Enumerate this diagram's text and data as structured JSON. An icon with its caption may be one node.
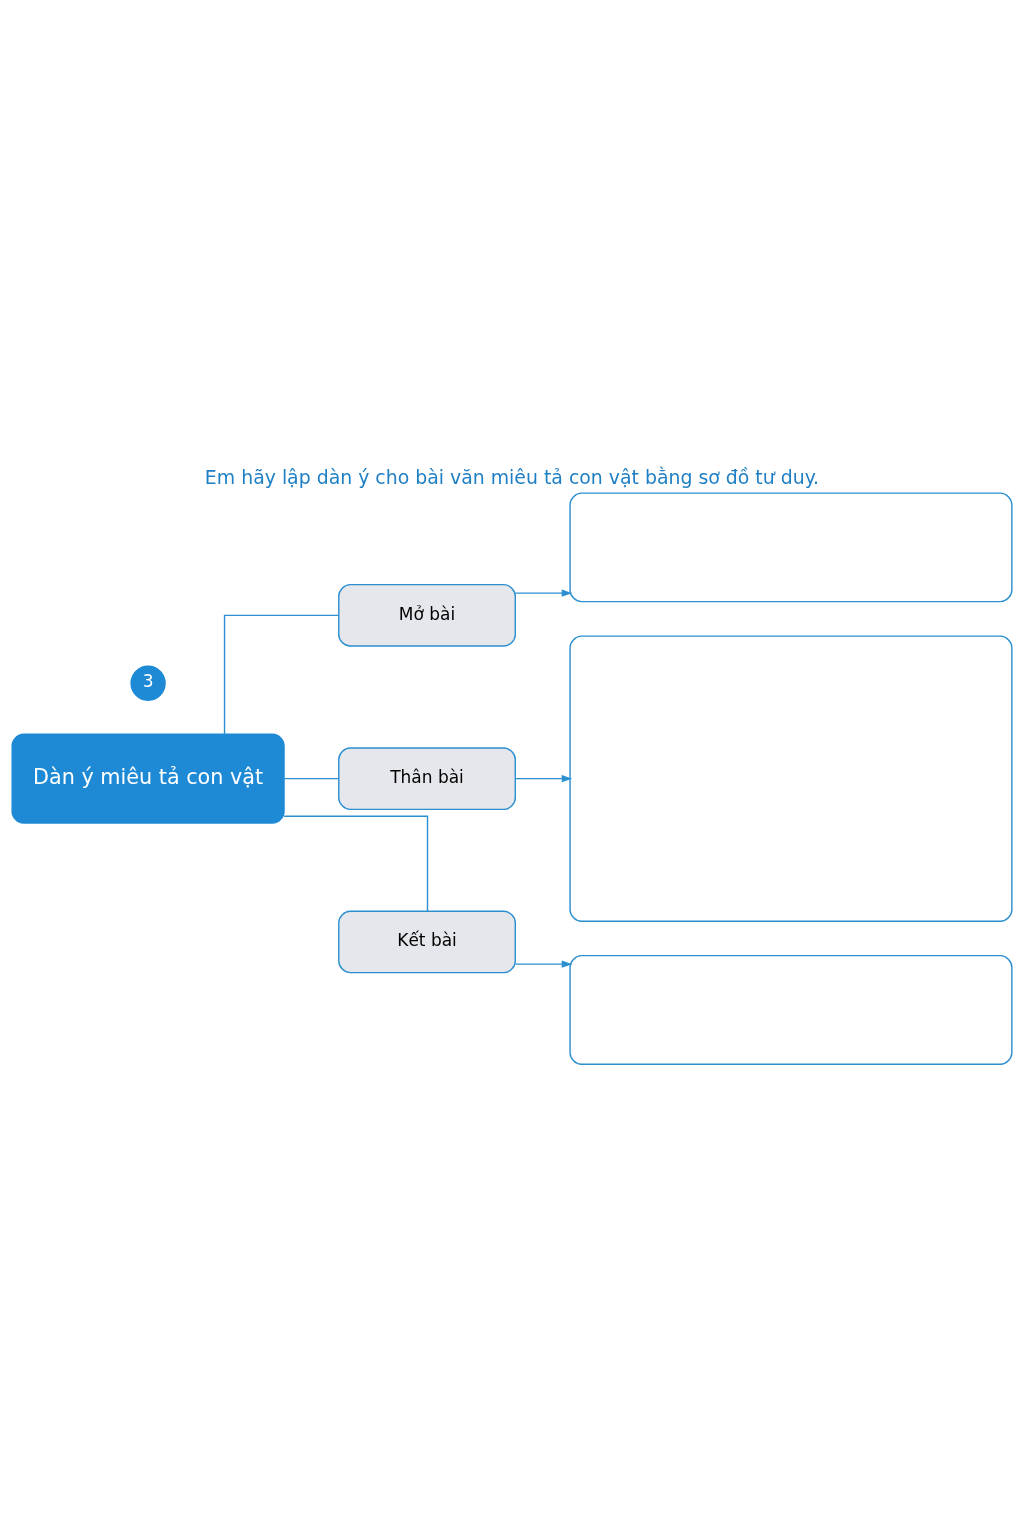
{
  "diagram": {
    "title": "Em hãy lập dàn ý cho bài văn miêu tả con vật bằng sơ đồ tư duy.",
    "nodes": [
      {
        "text": [
          "Dàn ý miêu tả con vật"
        ]
      },
      {
        "text": [
          "Mở bài"
        ]
      },
      {
        "text": [
          "Thân bài"
        ]
      },
      {
        "text": [
          "Kết bài"
        ]
      },
      {
        "text": [],
        "shape": "box"
      },
      {
        "text": [],
        "shape": "box"
      },
      {
        "text": [],
        "shape": "box"
      }
    ],
    "edges": [
      {
        "from": 0,
        "to": 1,
        "arrow": "none"
      },
      {
        "from": 0,
        "to": 2,
        "arrow": "none"
      },
      {
        "from": 0,
        "to": 3,
        "arrow": "none"
      },
      {
        "from": 1,
        "to": 4,
        "arrow": "to"
      },
      {
        "from": 2,
        "to": 5,
        "arrow": "to"
      },
      {
        "from": 3,
        "to": 6,
        "arrow": "to"
      }
    ],
    "labels": [
      "3"
    ]
  }
}
